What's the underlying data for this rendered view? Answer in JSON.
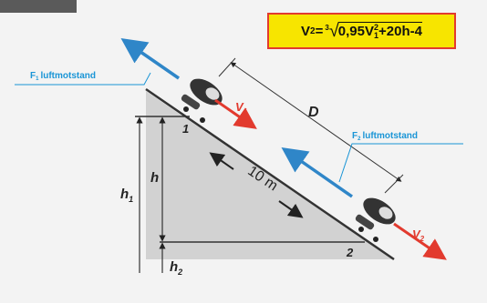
{
  "header_tab": "",
  "formula": {
    "lhs": "V",
    "lhs_sub": "2",
    "eq": " =",
    "root_index": "3",
    "radicand_pre": "0,95V",
    "radicand_sub": "1",
    "radicand_sup": "2",
    "radicand_post": "+20h-4"
  },
  "labels": {
    "f1_prefix": "F",
    "f1_sub": "1",
    "f1_text": "luftmotstand",
    "f2_prefix": "F",
    "f2_sub": "2",
    "f2_text": "luftmotstand",
    "v1": "V",
    "v1_sub": "1",
    "v2": "V",
    "v2_sub": "2",
    "D": "D",
    "point1": "1",
    "point2": "2",
    "h": "h",
    "h1": "h",
    "h1_sub": "1",
    "h2": "h",
    "h2_sub": "2",
    "distance": "10 m"
  },
  "colors": {
    "blue_arrow": "#2f86c8",
    "red_arrow": "#e23a2e",
    "formula_bg": "#f7e500",
    "formula_border": "#e23a2e",
    "slope_fill": "#d2d2d2",
    "label_blue": "#1a95d6"
  }
}
